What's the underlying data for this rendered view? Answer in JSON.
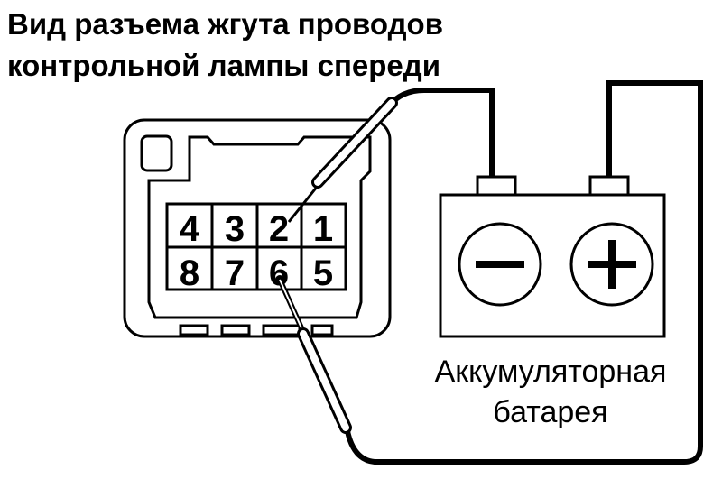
{
  "title": {
    "line1": "Вид разъема жгута проводов",
    "line2": "контрольной лампы спереди"
  },
  "connector": {
    "pins_top": [
      "4",
      "3",
      "2",
      "1"
    ],
    "pins_bottom": [
      "8",
      "7",
      "6",
      "5"
    ],
    "probe_pins": [
      "2",
      "6"
    ]
  },
  "battery": {
    "label_line1": "Аккумуляторная",
    "label_line2": "батарея",
    "negative_symbol": "minus-icon",
    "positive_symbol": "plus-icon"
  }
}
